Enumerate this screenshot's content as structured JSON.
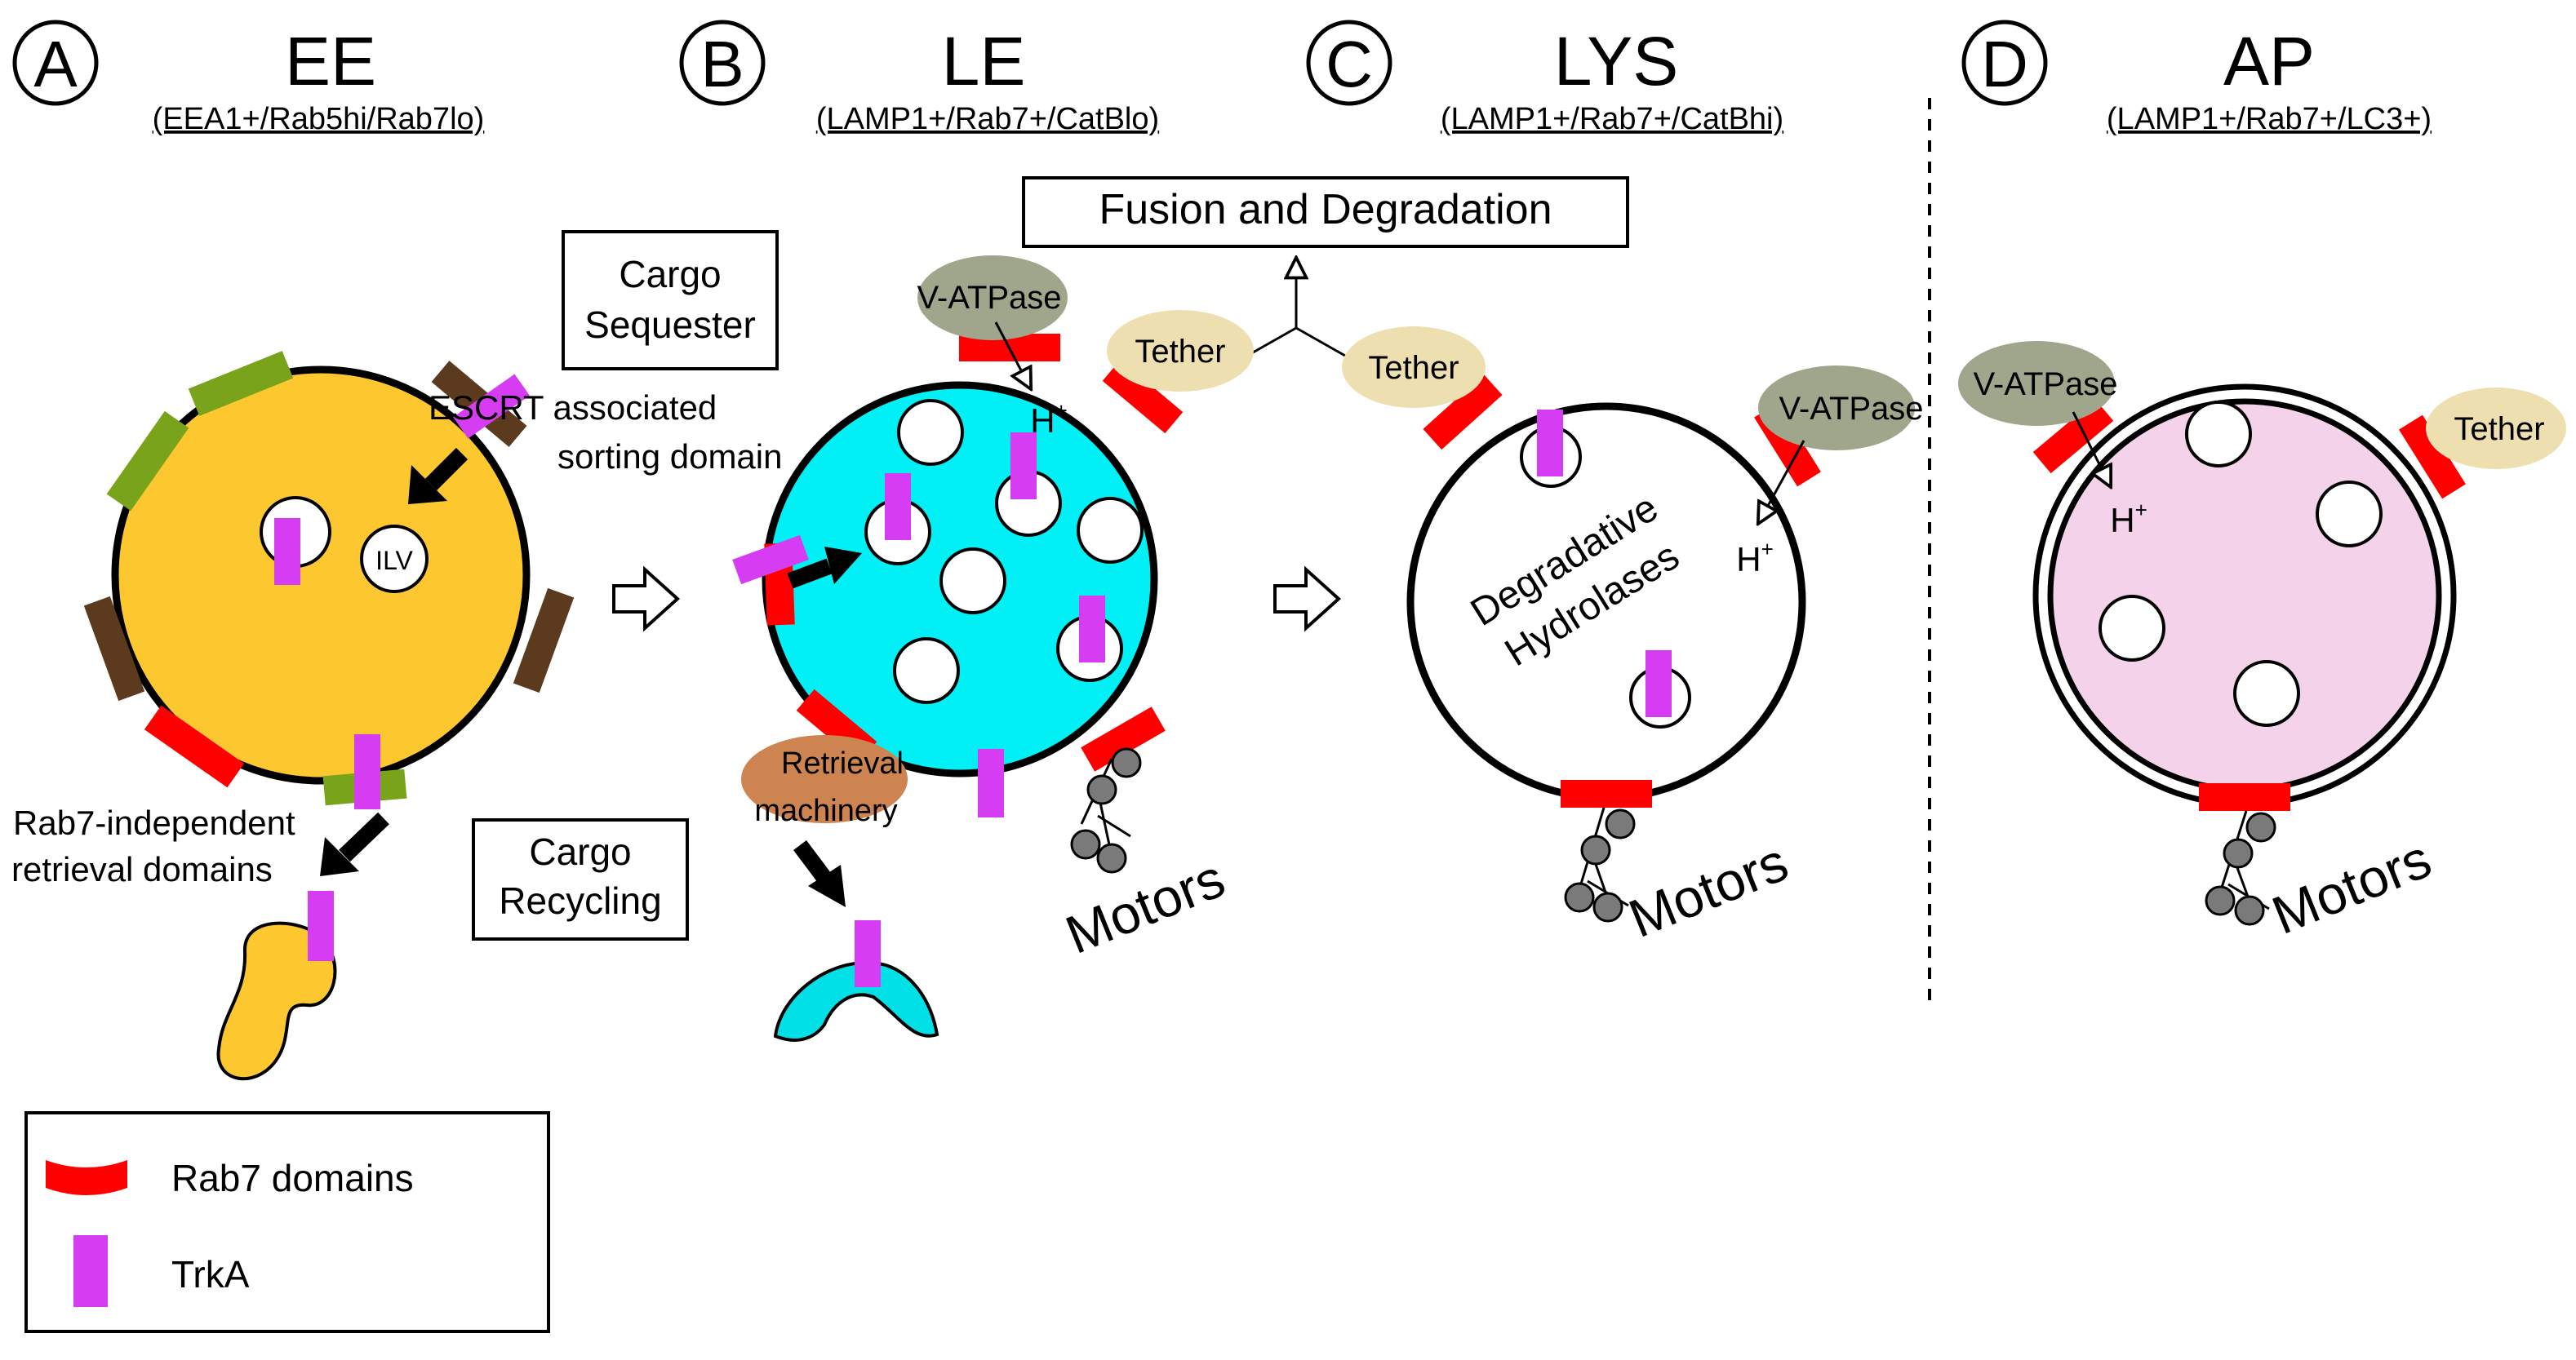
{
  "panels": [
    {
      "letter": "A",
      "title": "EE",
      "subtitle": "(EEA1+/Rab5hi/Rab7lo)"
    },
    {
      "letter": "B",
      "title": "LE",
      "subtitle": "(LAMP1+/Rab7+/CatBlo)"
    },
    {
      "letter": "C",
      "title": "LYS",
      "subtitle": "(LAMP1+/Rab7+/CatBhi)"
    },
    {
      "letter": "D",
      "title": "AP",
      "subtitle": "(LAMP1+/Rab7+/LC3+)"
    }
  ],
  "boxes": {
    "fusion": "Fusion and Degradation",
    "cargo_sequester": [
      "Cargo",
      "Sequester"
    ],
    "cargo_recycling": [
      "Cargo",
      "Recycling"
    ]
  },
  "labels": {
    "ilv": "ILV",
    "escrt": [
      "ESCRT associated",
      "sorting domain"
    ],
    "rab7_independent": [
      "Rab7-independent",
      "retrieval domains"
    ],
    "retrieval": [
      "Retrieval",
      "machinery"
    ],
    "vatpase": "V-ATPase",
    "tether": "Tether",
    "h_plus": "H",
    "plus": "+",
    "motors": "Motors",
    "hydrolases": [
      "Degradative",
      "Hydrolases"
    ]
  },
  "legend": {
    "rab7": "Rab7 domains",
    "trka": "TrkA"
  },
  "colors": {
    "ee_fill": "#fdc82f",
    "le_fill": "#00f0f5",
    "ap_fill": "#f3d2ea",
    "rab7_red": "#ff0000",
    "trka_magenta": "#d63cf2",
    "green_domain": "#7aa31c",
    "brown_domain": "#5c3a1e",
    "vatpase_fill": "#9fa68c",
    "tether_fill": "#eedfb1",
    "retrieval_fill": "#cd8450",
    "motor_gray": "#7a7a7a"
  }
}
